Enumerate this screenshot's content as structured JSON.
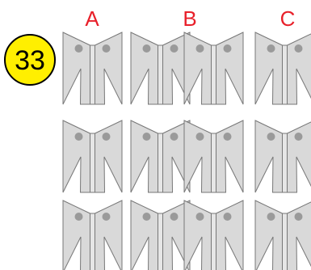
{
  "problem_number": "33",
  "columns": [
    {
      "label": "A"
    },
    {
      "label": "B"
    },
    {
      "label": "C"
    }
  ],
  "grid": {
    "rows": 3,
    "columns": 3
  },
  "colors": {
    "label": "#e8202a",
    "badge_fill": "#ffef00",
    "badge_stroke": "#000000",
    "panel_fill": "#d9d9d9",
    "panel_stroke": "#777777",
    "dot": "#9a9a9a"
  }
}
